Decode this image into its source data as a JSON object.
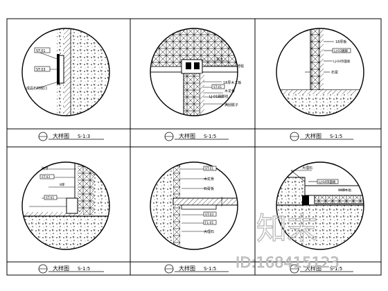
{
  "panels": [
    {
      "title": "大样图",
      "scale": "S-1:3",
      "notes": [
        "ST.01",
        "ST.03",
        "成品石材收口"
      ]
    },
    {
      "title": "大样图",
      "scale": "S-1:5",
      "notes": [
        "实木",
        "地毯",
        "18厚木工板",
        "ST.01",
        "木龙骨",
        "LJ-01踢脚线",
        "满刮腻子"
      ]
    },
    {
      "title": "大样图",
      "scale": "S-1:5",
      "notes": [
        "18厚板",
        "LJ-03踢脚",
        "LJ-04饰面板",
        "石膏"
      ]
    },
    {
      "title": "大样图",
      "scale": "S-1:5",
      "notes": [
        "砌体",
        "ST.03",
        "8厚",
        "ST.01"
      ]
    },
    {
      "title": "大样图",
      "scale": "S-1:5",
      "notes": [
        "ST.01",
        "木龙骨",
        "石膏板",
        "ST.03",
        "FL-01",
        "大理石"
      ]
    },
    {
      "title": "大样图",
      "scale": "S-1:5",
      "notes": [
        "大理石",
        "LJ-04饰面板",
        "18厚木板"
      ]
    }
  ],
  "watermark": {
    "brand": "知末",
    "id": "ID:168415123"
  }
}
